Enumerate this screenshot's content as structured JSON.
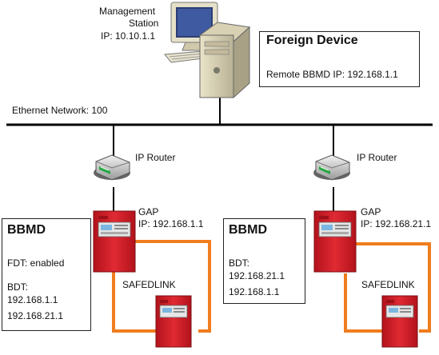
{
  "station": {
    "line1": "Management",
    "line2": "Station",
    "ip": "IP: 10.10.1.1"
  },
  "foreign_device": {
    "title": "Foreign Device",
    "remote": "Remote BBMD IP: 192.168.1.1"
  },
  "network": {
    "label": "Ethernet Network: 100"
  },
  "left": {
    "router_label": "IP Router",
    "gap_label": "GAP",
    "gap_ip": "IP: 192.168.1.1",
    "link_label": "SAFEDLINK",
    "bbmd": {
      "title": "BBMD",
      "fdt": "FDT: enabled",
      "bdt_label": "BDT:",
      "bdt": [
        "192.168.1.1",
        "192.168.21.1"
      ]
    }
  },
  "right": {
    "router_label": "IP Router",
    "gap_label": "GAP",
    "gap_ip": "IP: 192.168.21.1",
    "link_label": "SAFEDLINK",
    "bbmd": {
      "title": "BBMD",
      "bdt_label": "BDT:",
      "bdt": [
        "192.168.21.1",
        "192.168.1.1"
      ]
    }
  },
  "colors": {
    "link": "#f07d1e",
    "panel": "#d8202a",
    "line": "#000000"
  }
}
